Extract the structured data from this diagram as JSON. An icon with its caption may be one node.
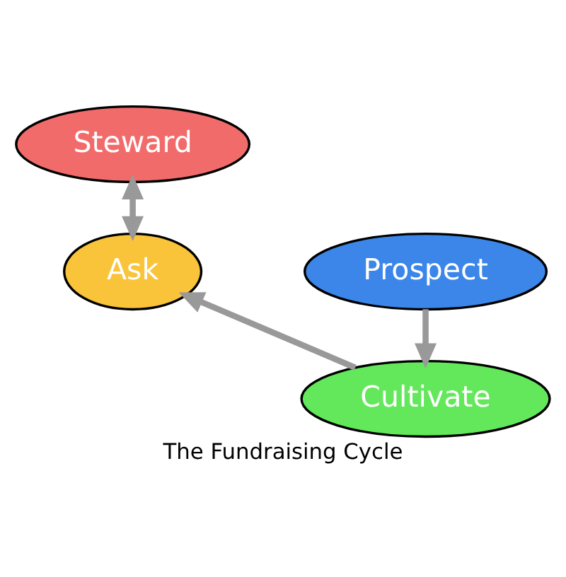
{
  "diagram": {
    "caption": "The Fundraising Cycle",
    "nodes": [
      {
        "text": [
          "Steward"
        ]
      },
      {
        "text": [
          "Ask"
        ]
      },
      {
        "text": [
          "Prospect"
        ]
      },
      {
        "text": [
          "Cultivate"
        ]
      }
    ],
    "edges": [
      {
        "from": 0,
        "to": 1,
        "arrow": "both"
      },
      {
        "from": 2,
        "to": 3,
        "arrow": "to"
      },
      {
        "from": 3,
        "to": 1,
        "arrow": "to"
      }
    ]
  }
}
